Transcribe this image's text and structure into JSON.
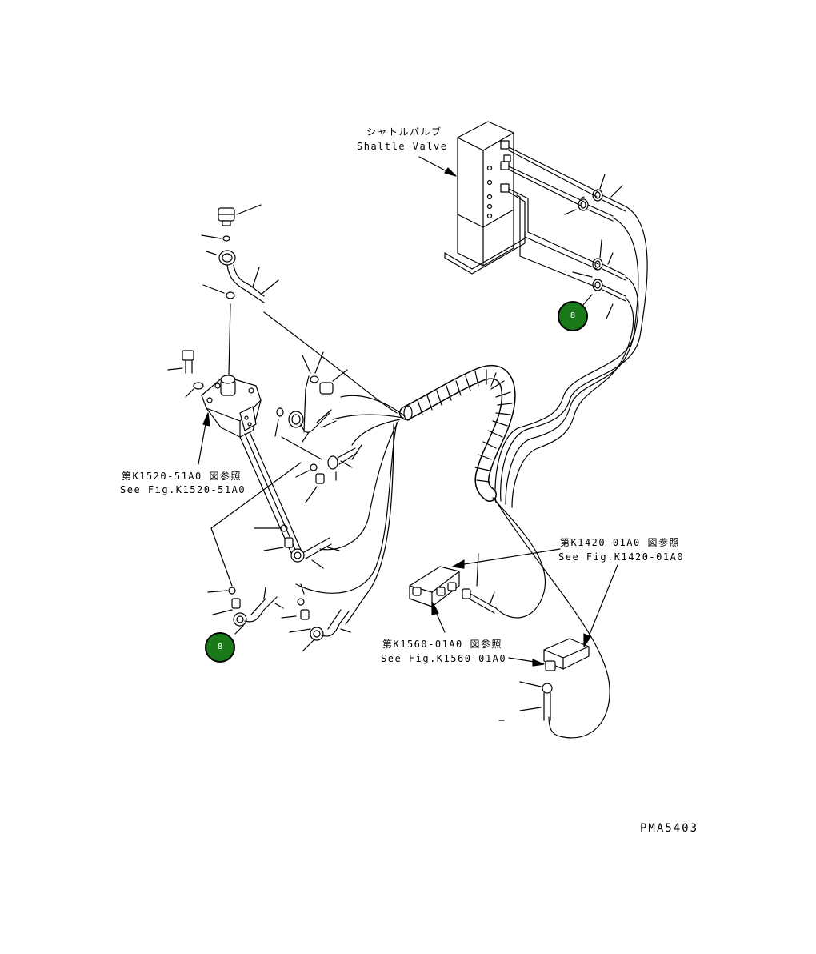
{
  "callouts": {
    "shuttle_valve_jp": "シャトルバルブ",
    "shuttle_valve_en": "Shaltle Valve",
    "fig1520_jp": "第K1520-51A0 図参照",
    "fig1520_en": "See Fig.K1520-51A0",
    "fig1420_jp": "第K1420-01A0 図参照",
    "fig1420_en": "See Fig.K1420-01A0",
    "fig1560_jp": "第K1560-01A0 図参照",
    "fig1560_en": "See Fig.K1560-01A0"
  },
  "badges": [
    {
      "label": "8"
    },
    {
      "label": "8"
    }
  ],
  "drawing_code": "PMA5403",
  "colors": {
    "badge_fill": "#1a7a1a",
    "ink": "#000000"
  }
}
